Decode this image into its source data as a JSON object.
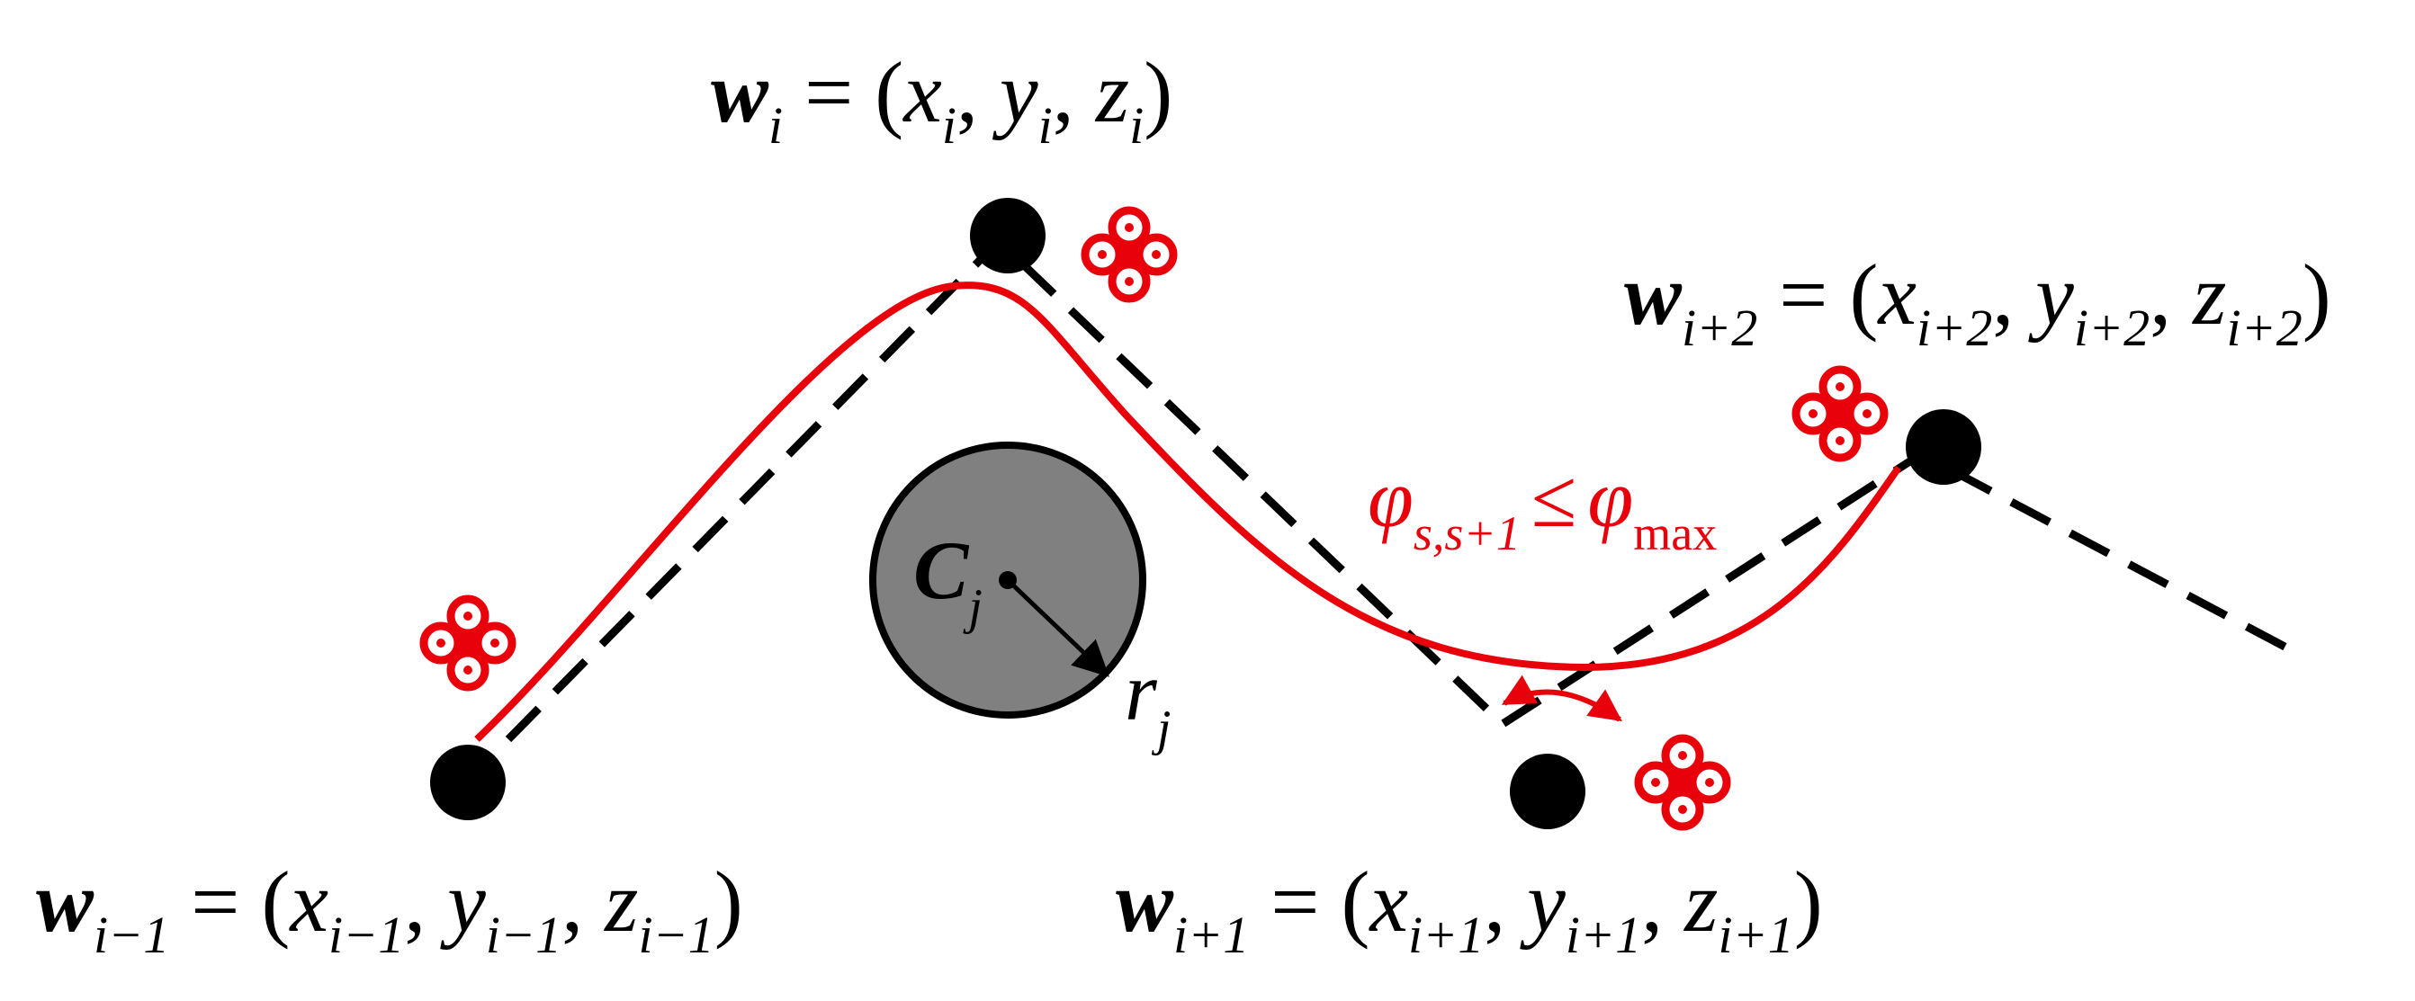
{
  "colors": {
    "path": "#e8000b",
    "dashed": "#000000",
    "obstacle_fill": "#808080",
    "waypoint": "#000000",
    "angle": "#e8000b",
    "drone": "#e8000b"
  },
  "waypoints": [
    {
      "id": "w_im1",
      "symbol": "w",
      "sub": "i−1",
      "x_sym": "x",
      "y_sym": "y",
      "z_sym": "z"
    },
    {
      "id": "w_i",
      "symbol": "w",
      "sub": "i",
      "x_sym": "x",
      "y_sym": "y",
      "z_sym": "z"
    },
    {
      "id": "w_ip1",
      "symbol": "w",
      "sub": "i+1",
      "x_sym": "x",
      "y_sym": "y",
      "z_sym": "z"
    },
    {
      "id": "w_ip2",
      "symbol": "w",
      "sub": "i+2",
      "x_sym": "x",
      "y_sym": "y",
      "z_sym": "z"
    }
  ],
  "obstacle": {
    "center_symbol": "C",
    "center_sub": "j",
    "radius_symbol": "r",
    "radius_sub": "j"
  },
  "constraint": {
    "lhs": "φ",
    "lhs_sub": "s,s+1",
    "op": "≤",
    "rhs": "φ",
    "rhs_sub": "max"
  },
  "icons": [
    "drone-icon",
    "drone-icon",
    "drone-icon",
    "drone-icon"
  ]
}
